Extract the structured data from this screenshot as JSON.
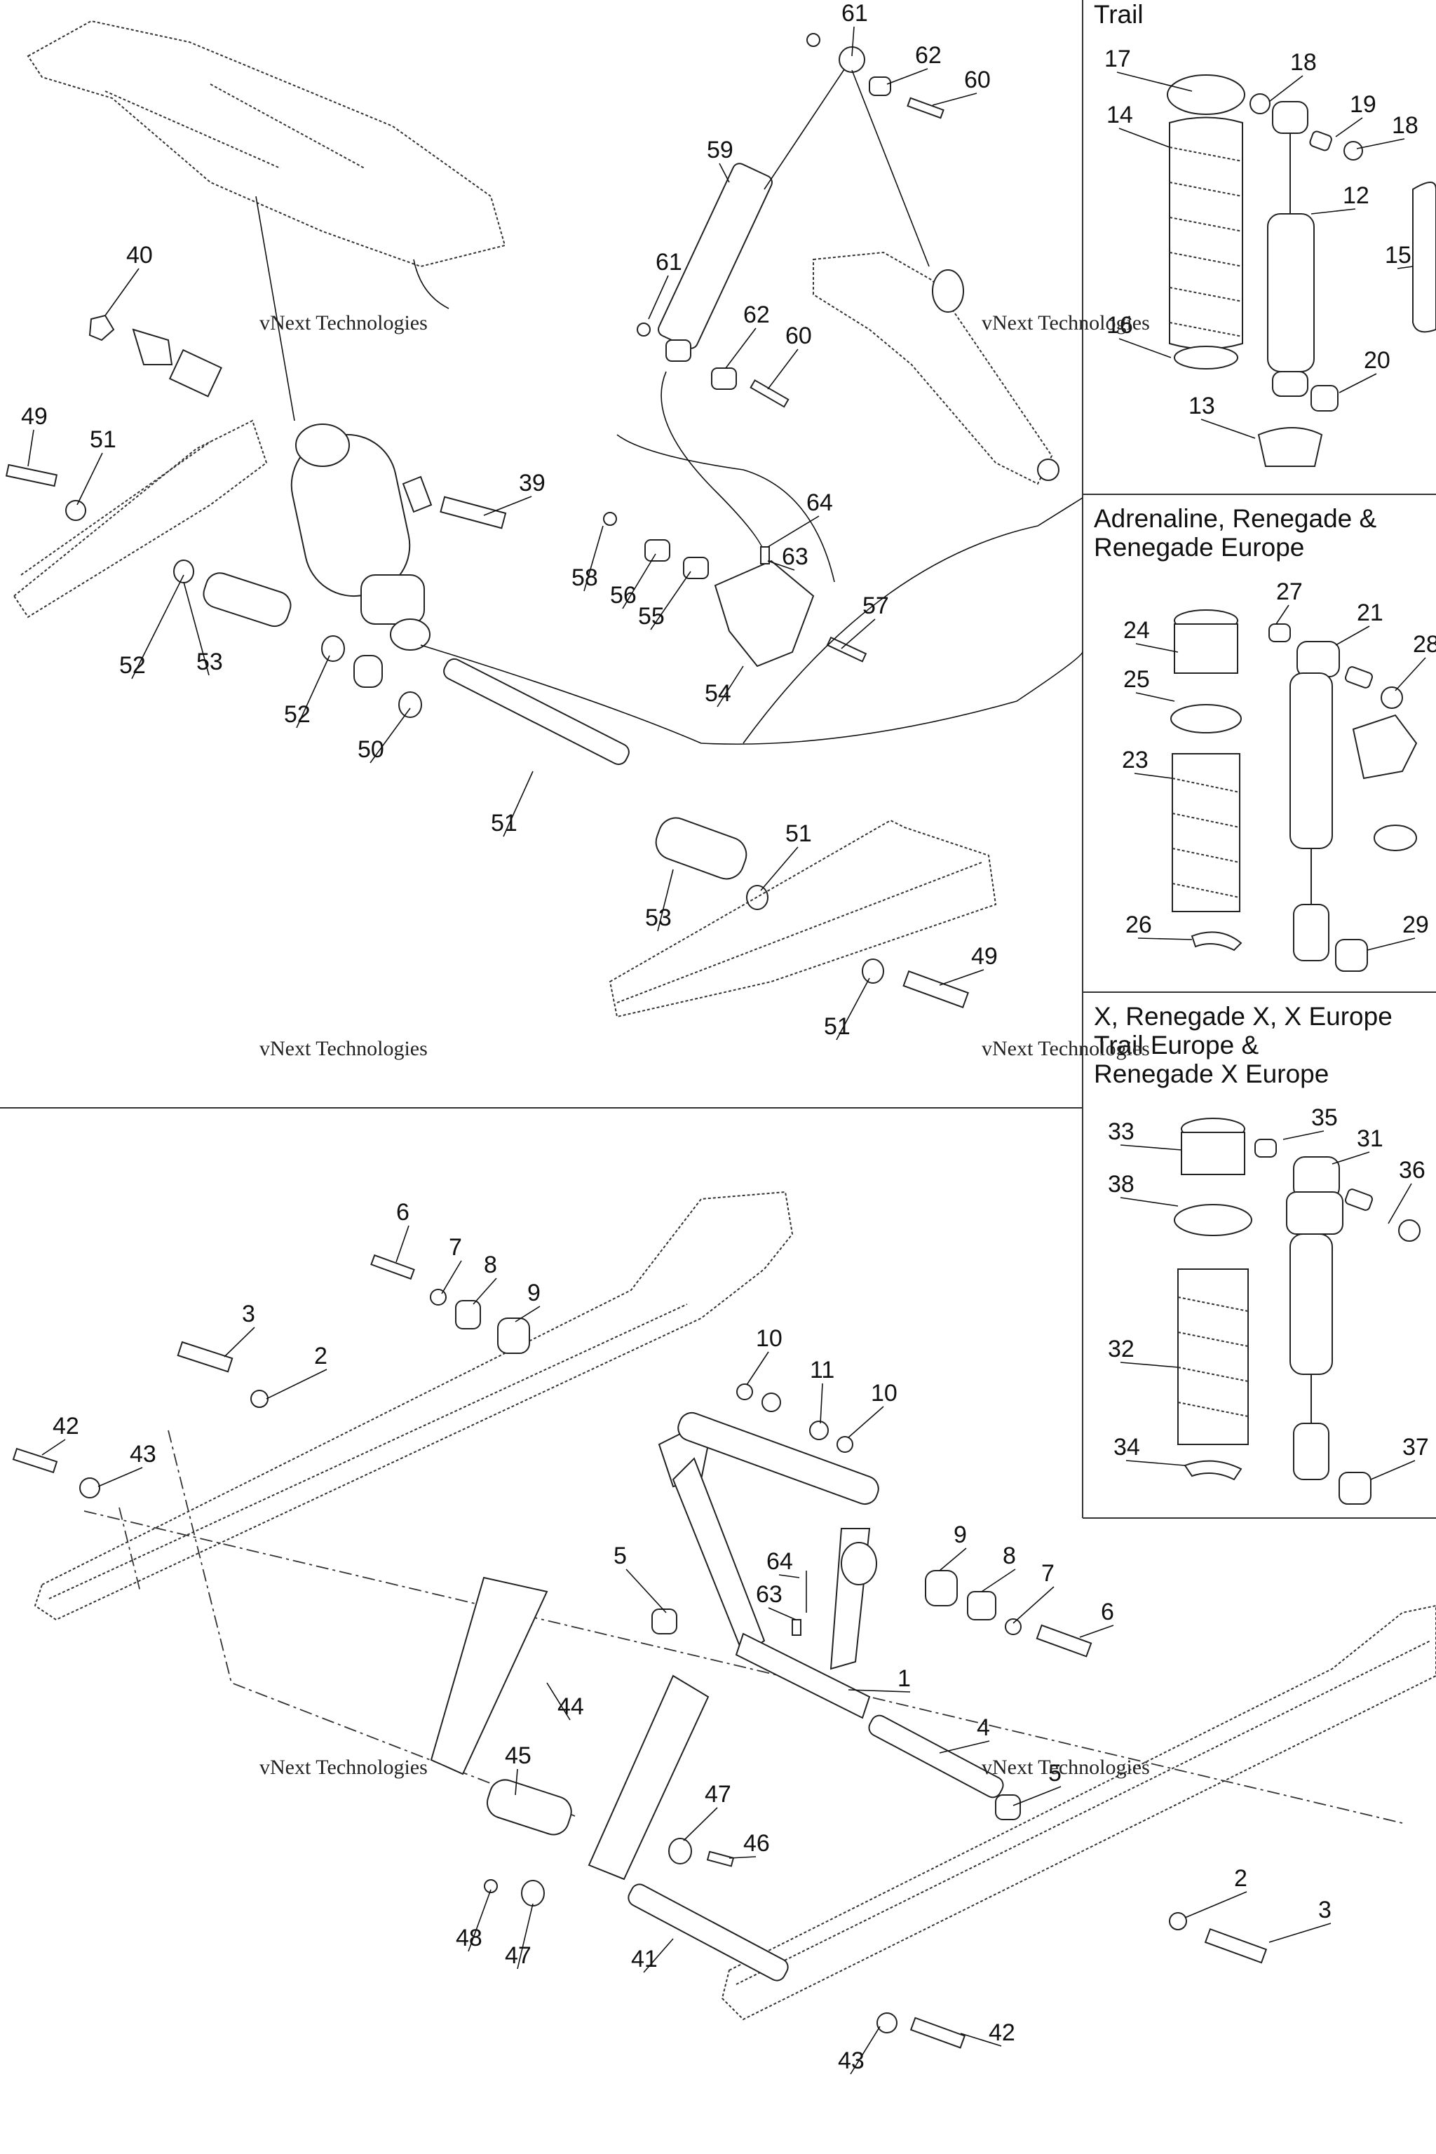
{
  "panels": {
    "trail": {
      "title": "Trail"
    },
    "adrenaline": {
      "title_line1": "Adrenaline, Renegade &",
      "title_line2": "Renegade Europe"
    },
    "x_package": {
      "title_line1": "X, Renegade X, X Europe",
      "title_line2": "Trail Europe &",
      "title_line3": "Renegade X Europe"
    }
  },
  "watermark": {
    "line1": "vNext",
    "line2": "Technologies",
    "inline": "vNext Technologies"
  },
  "oil_symbol": "💧",
  "callouts": {
    "top": [
      "61",
      "62",
      "60",
      "59",
      "61",
      "62",
      "60",
      "40",
      "49",
      "51",
      "39",
      "64",
      "63",
      "58",
      "56",
      "55",
      "57",
      "54",
      "51",
      "53",
      "52",
      "52",
      "50",
      "51",
      "53",
      "49",
      "51"
    ],
    "trail": [
      "17",
      "18",
      "19",
      "18",
      "14",
      "12",
      "15",
      "16",
      "20",
      "13"
    ],
    "adrenaline": [
      "24",
      "27",
      "21",
      "28",
      "25",
      "23",
      "26",
      "29"
    ],
    "x_package": [
      "33",
      "35",
      "31",
      "36",
      "38",
      "32",
      "34",
      "37"
    ],
    "bottom": [
      "6",
      "7",
      "8",
      "9",
      "3",
      "2",
      "42",
      "43",
      "10",
      "11",
      "10",
      "5",
      "64",
      "63",
      "9",
      "8",
      "7",
      "6",
      "1",
      "4",
      "44",
      "45",
      "5",
      "47",
      "46",
      "48",
      "47",
      "41",
      "2",
      "3",
      "43",
      "42"
    ]
  }
}
